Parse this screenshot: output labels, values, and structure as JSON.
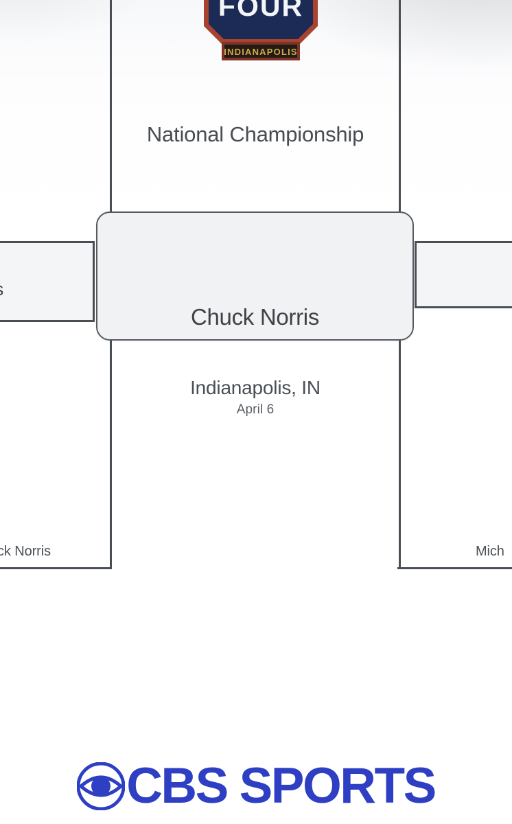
{
  "bracket": {
    "round_title": "National Championship",
    "site": {
      "city": "Indianapolis, IN",
      "date": "April 6"
    },
    "champion": {
      "name": "Chuck Norris"
    },
    "semifinals": [
      {
        "position": "left",
        "label": "is"
      },
      {
        "position": "right",
        "label": ""
      }
    ],
    "regional_labels": [
      {
        "position": "bottom-left",
        "label": "ck Norris"
      },
      {
        "position": "bottom-right",
        "label": "Mich"
      }
    ]
  },
  "logo": {
    "name": "final-four-logo",
    "wordmark": "FOUR",
    "host_city": "INDIANAPOLIS"
  },
  "footer": {
    "brand": "CBS SPORTS",
    "eye_icon": "cbs-eye-icon",
    "brand_color": "#2f3fc4"
  },
  "colors": {
    "line": "#4a4f56",
    "box_fill": "#f2f3f5",
    "text": "#42474d",
    "logo_navy": "#1b2a52",
    "logo_red": "#9c3b2e",
    "logo_gold": "#d8b24a"
  }
}
